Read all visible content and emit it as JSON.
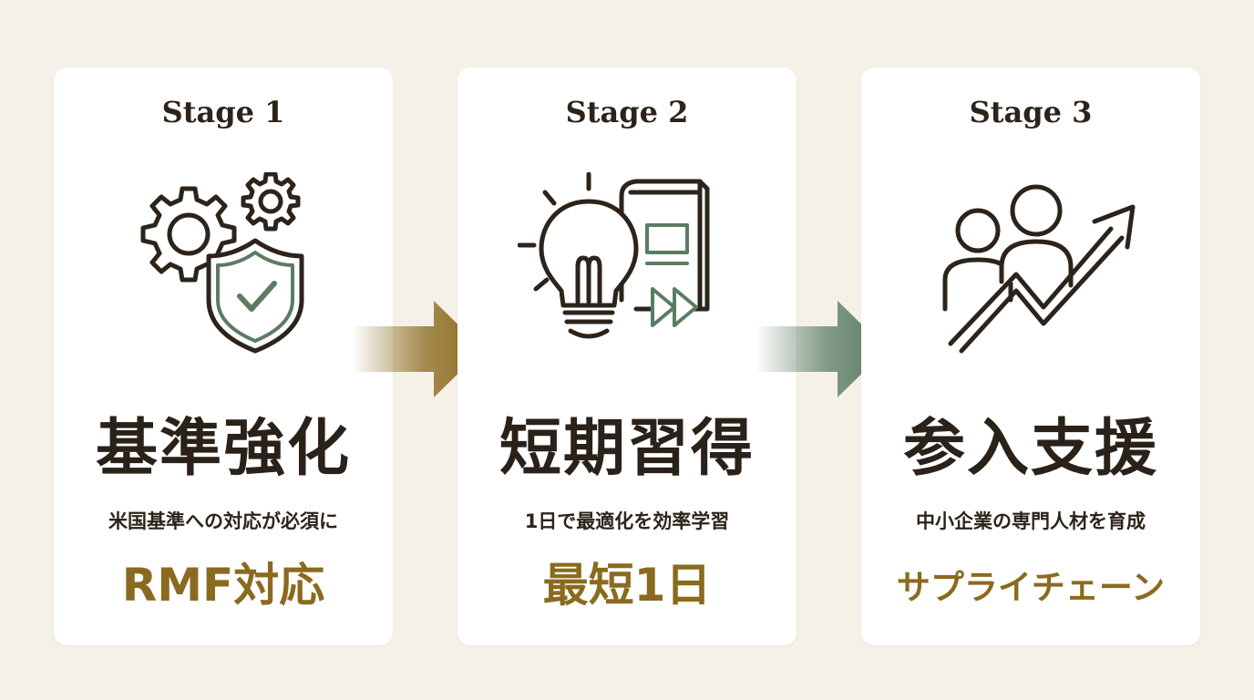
{
  "colors": {
    "background": "#f5f1e9",
    "card": "#ffffff",
    "text_dark": "#2a2219",
    "gold": "#8a6a1e",
    "green": "#5b7c63"
  },
  "stages": [
    {
      "label": "Stage 1",
      "icon": "gears-shield-check-icon",
      "headline": "基準強化",
      "description": "米国基準への対応が必須に",
      "highlight": "RMF対応"
    },
    {
      "label": "Stage 2",
      "icon": "lightbulb-book-fast-forward-icon",
      "headline": "短期習得",
      "description": "1日で最適化を効率学習",
      "highlight": "最短1日"
    },
    {
      "label": "Stage 3",
      "icon": "people-growth-arrow-icon",
      "headline": "参入支援",
      "description": "中小企業の専門人材を育成",
      "highlight": "サプライチェーン"
    }
  ],
  "arrows": [
    {
      "icon": "arrow-right-gold-icon",
      "color": "#8a6a1e"
    },
    {
      "icon": "arrow-right-green-icon",
      "color": "#5b7c63"
    }
  ]
}
